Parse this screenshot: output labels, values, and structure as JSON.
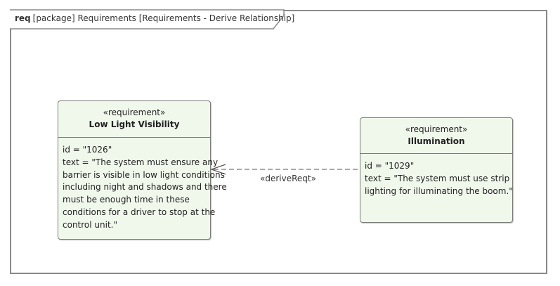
{
  "frame": {
    "keyword": "req",
    "label": "[package] Requirements [Requirements - Derive Relationship]"
  },
  "requirements": [
    {
      "stereotype": "«requirement»",
      "name": "Low Light Visibility",
      "id_line": "id = \"1026\"",
      "text_lines": [
        "text = \"The system must ensure any",
        "barrier is visible in low light conditions",
        "including night and shadows and there",
        "must be enough time in these",
        "conditions for a driver to stop at the",
        "control unit.\""
      ]
    },
    {
      "stereotype": "«requirement»",
      "name": "Illumination",
      "id_line": "id = \"1029\"",
      "text_lines": [
        "text = \"The system must use strip",
        "lighting for illuminating the boom.\""
      ]
    }
  ],
  "relationship": {
    "label": "«deriveReqt»"
  },
  "colors": {
    "box_fill": "#f0f8ec",
    "border": "#7a7a7a",
    "frame_border": "#8a8a8a"
  }
}
